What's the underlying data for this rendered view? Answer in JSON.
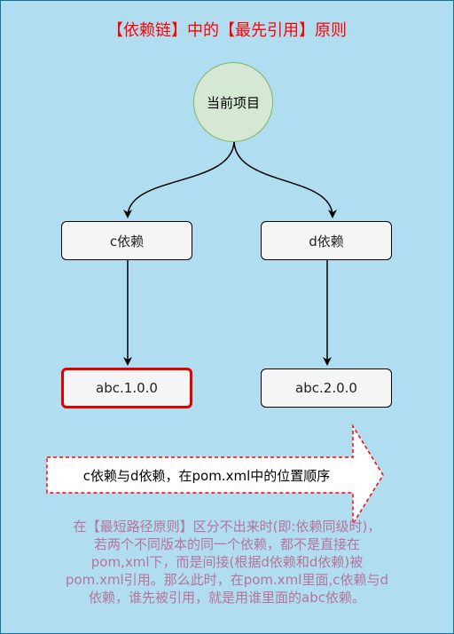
{
  "title": "【依赖链】中的【最先引用】原则",
  "root": "当前项目",
  "dependencies": [
    {
      "name": "c依赖",
      "child": "abc.1.0.0",
      "highlighted": true
    },
    {
      "name": "d依赖",
      "child": "abc.2.0.0",
      "highlighted": false
    }
  ],
  "order_arrow_label": "c依赖与d依赖，在pom.xml中的位置顺序",
  "note_lines": [
    "在【最短路径原则】区分不出来时(即:依赖同级时)，",
    "若两个不同版本的同一个依赖，都不是直接在",
    "pom,xml下，而是间接(根据d依赖和d依赖)被",
    "pom.xml引用。那么此时，在pom.xml里面,c依赖与d",
    "依赖，谁先被引用，就是用谁里面的abc依赖。"
  ],
  "colors": {
    "background": "#b1ddf0",
    "title": "#ff0000",
    "root_fill": "#d5e8d4",
    "root_stroke": "#82b366",
    "highlight_border": "#e00000",
    "note_text": "#b5739d"
  }
}
